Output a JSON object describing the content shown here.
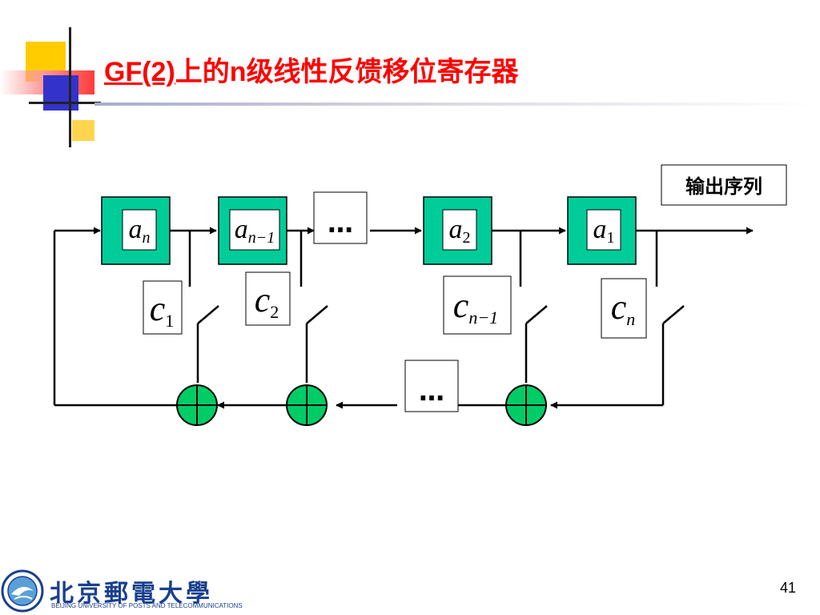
{
  "slide": {
    "title_prefix": "GF(2)",
    "title_mid": "上的",
    "title_n": "n",
    "title_suffix": "级线性反馈移位寄存器",
    "page_number": "41"
  },
  "diagram": {
    "output_label": "输出序列",
    "ellipsis": "…",
    "registers": [
      {
        "var": "a",
        "sub": "n"
      },
      {
        "var": "a",
        "sub": "n−1"
      },
      {
        "var": "a",
        "sub": "2"
      },
      {
        "var": "a",
        "sub": "1"
      }
    ],
    "coefficients": [
      {
        "var": "c",
        "sub": "1"
      },
      {
        "var": "c",
        "sub": "2"
      },
      {
        "var": "c",
        "sub": "n−1"
      },
      {
        "var": "c",
        "sub": "n"
      }
    ],
    "colors": {
      "register_fill": "#00cc99",
      "adder_fill": "#00cc66",
      "line": "#000000"
    }
  },
  "footer": {
    "logo_chinese": "北京郵電大學",
    "logo_english": "BEIJING UNIVERSITY OF POSTS AND TELECOMMUNICATIONS"
  }
}
